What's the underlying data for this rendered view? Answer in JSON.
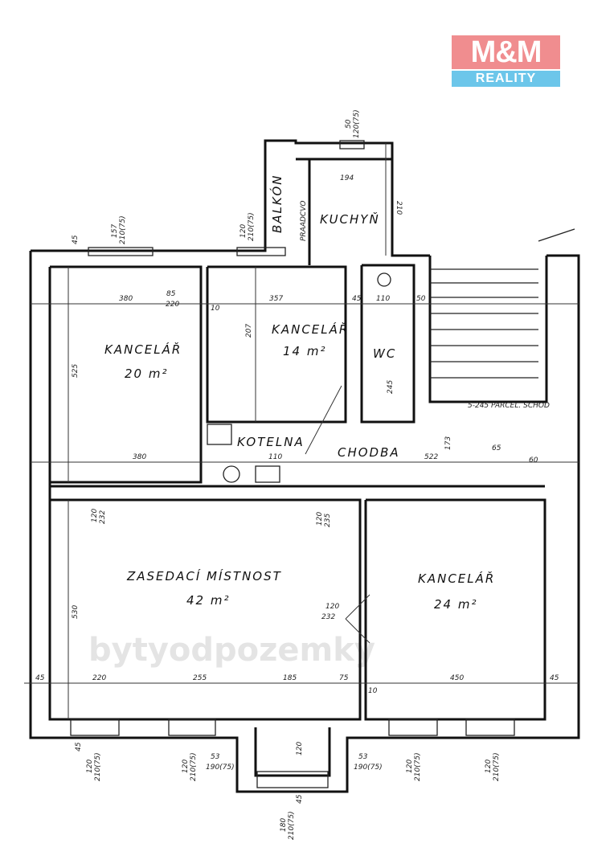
{
  "logo": {
    "brand": "M&M",
    "tagline": "REALITY",
    "colors": {
      "top": "#f08d8f",
      "bottom": "#6cc6ea"
    }
  },
  "watermark": "bytyodpozemky",
  "rooms": {
    "balcony": "BALKÓN",
    "kitchen": "KUCHYŇ",
    "pantry": "PRAADCVO",
    "office1_name": "KANCELÁŘ",
    "office1_area": "20 m²",
    "office2_name": "KANCELÁŘ",
    "office2_area": "14 m²",
    "wc": "WC",
    "boiler": "KOTELNA",
    "corridor": "CHODBA",
    "meeting_name": "ZASEDACÍ MÍSTNOST",
    "meeting_area": "42 m²",
    "office3_name": "KANCELÁŘ",
    "office3_area": "24 m²"
  },
  "dims": [
    "50",
    "120(75)",
    "194",
    "210",
    "120",
    "210(75)",
    "45",
    "157",
    "210(75)",
    "380",
    "85",
    "220",
    "10",
    "357",
    "45",
    "110",
    "50",
    "525",
    "207",
    "245",
    "380",
    "110",
    "522",
    "173",
    "120",
    "232",
    "120",
    "235",
    "530",
    "120",
    "232",
    "45",
    "220",
    "255",
    "185",
    "75",
    "10",
    "450",
    "45",
    "45",
    "120",
    "210(75)",
    "120",
    "210(75)",
    "53",
    "190(75)",
    "120",
    "53",
    "190(75)",
    "120",
    "210(75)",
    "120",
    "210(75)",
    "180",
    "210(75)",
    "45",
    "5-245 PARCEL. SCHOD",
    "65",
    "60"
  ]
}
